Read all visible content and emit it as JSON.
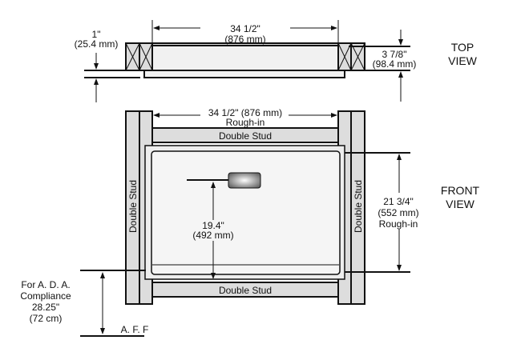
{
  "top_view": {
    "title_line1": "TOP",
    "title_line2": "VIEW",
    "width_in": "34 1/2\"",
    "width_mm": "(876 mm)",
    "flange_in": "1\"",
    "flange_mm": "(25.4 mm)",
    "depth_in": "3 7/8\"",
    "depth_mm": "(98.4 mm)"
  },
  "front_view": {
    "title_line1": "FRONT",
    "title_line2": "VIEW",
    "width_label": "34 1/2\" (876 mm)",
    "width_sub": "Rough-in",
    "stud_top": "Double Stud",
    "stud_bottom": "Double Stud",
    "stud_left": "Double Stud",
    "stud_right": "Double Stud",
    "height_in": "21 3/4\"",
    "height_mm": "(552 mm)",
    "height_sub": "Rough-in",
    "sensor_in": "19.4\"",
    "sensor_mm": "(492 mm)",
    "ada_line1": "For A. D. A.",
    "ada_line2": "Compliance",
    "ada_line3": "28.25\"",
    "ada_line4": "(72 cm)",
    "floor_label": "A. F. F"
  }
}
